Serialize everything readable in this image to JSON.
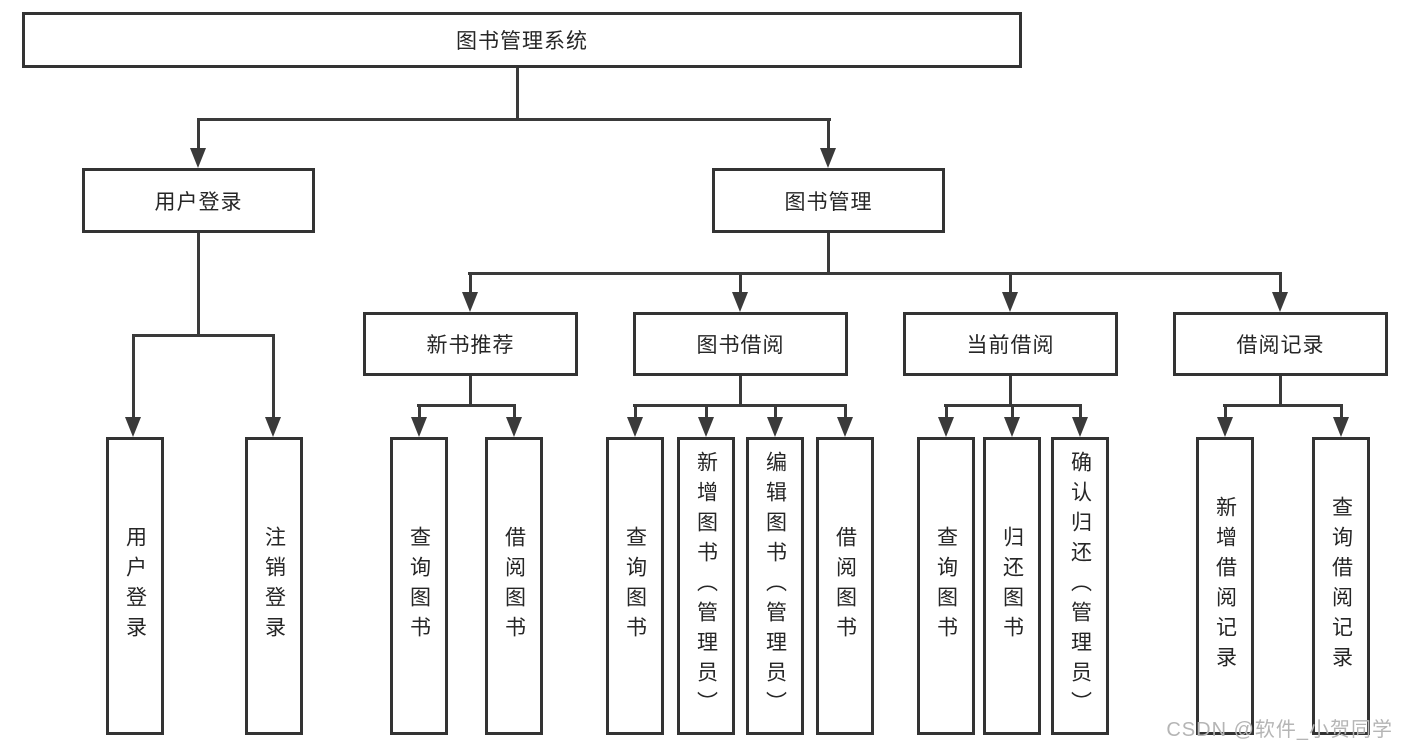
{
  "tree": {
    "root": "图书管理系统",
    "user": {
      "label": "用户登录",
      "children": [
        "用户登录",
        "注销登录"
      ]
    },
    "mgmt": {
      "label": "图书管理",
      "sections": [
        {
          "label": "新书推荐",
          "children": [
            "查询图书",
            "借阅图书"
          ]
        },
        {
          "label": "图书借阅",
          "children": [
            "查询图书",
            "新增图书（管理员）",
            "编辑图书（管理员）",
            "借阅图书"
          ]
        },
        {
          "label": "当前借阅",
          "children": [
            "查询图书",
            "归还图书",
            "确认归还（管理员）"
          ]
        },
        {
          "label": "借阅记录",
          "children": [
            "新增借阅记录",
            "查询借阅记录"
          ]
        }
      ]
    }
  },
  "watermark": {
    "text": "CSDN @软件_小贺同学"
  },
  "colors": {
    "background": "#ffffff",
    "border": "#333333",
    "line": "#3a3a3a",
    "text": "#262626",
    "watermark": "#b5b5b5"
  }
}
